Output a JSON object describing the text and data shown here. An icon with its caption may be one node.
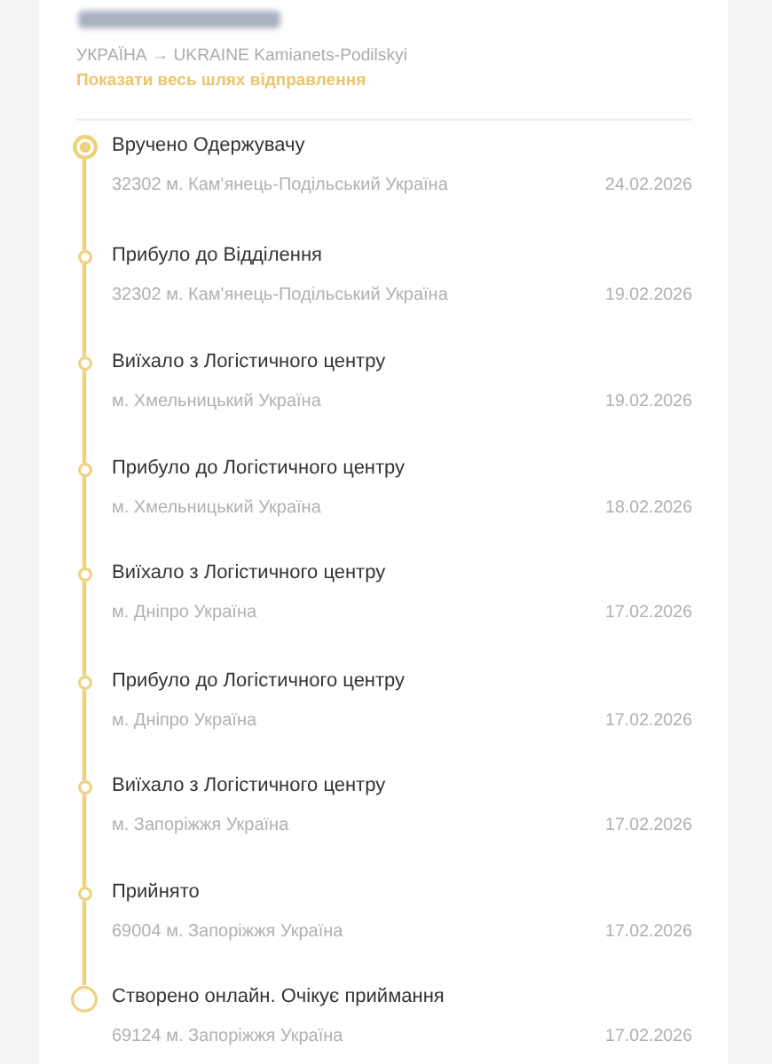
{
  "diagram": {
    "nodes": [
      {
        "text": [],
        "shape": "circle",
        "beside": [
          "Вручено Одержувачу",
          "32302 м. Кам'янець-Подільський Україна"
        ]
      },
      {
        "text": [],
        "shape": "circle",
        "beside": [
          "Прибуло до Відділення",
          "32302 м. Кам'янець-Подільський Україна"
        ]
      },
      {
        "text": [],
        "shape": "circle",
        "beside": [
          "Виїхало з Логістичного центру",
          "м. Хмельницький Україна"
        ]
      },
      {
        "text": [],
        "shape": "circle",
        "beside": [
          "Прибуло до Логістичного центру",
          "м. Хмельницький Україна"
        ]
      },
      {
        "text": [],
        "shape": "circle",
        "beside": [
          "Виїхало з Логістичного центру",
          "м. Дніпро Україна"
        ]
      },
      {
        "text": [],
        "shape": "circle",
        "beside": [
          "Прибуло до Логістичного центру",
          "м. Дніпро Україна"
        ]
      },
      {
        "text": [],
        "shape": "circle",
        "beside": [
          "Виїхало з Логістичного центру",
          "м. Запоріжжя Україна"
        ]
      },
      {
        "text": [],
        "shape": "circle",
        "beside": [
          "Прийнято",
          "69004 м. Запоріжжя Україна"
        ]
      },
      {
        "text": [],
        "shape": "circle",
        "beside": [
          "Створено онлайн. Очікує приймання",
          "69124 м. Запоріжжя Україна"
        ]
      }
    ],
    "edges": [
      {
        "from": 0,
        "to": 1,
        "arrow": "none"
      },
      {
        "from": 1,
        "to": 2,
        "arrow": "none"
      },
      {
        "from": 2,
        "to": 3,
        "arrow": "none"
      },
      {
        "from": 3,
        "to": 4,
        "arrow": "none"
      },
      {
        "from": 4,
        "to": 5,
        "arrow": "none"
      },
      {
        "from": 5,
        "to": 6,
        "arrow": "none"
      },
      {
        "from": 6,
        "to": 7,
        "arrow": "none"
      },
      {
        "from": 7,
        "to": 8,
        "arrow": "none"
      }
    ],
    "labels": [
      "УКРАЇНА → UKRAINE Kamianets-Podilskyi",
      "Показати весь шлях відправлення",
      "24.02.2026",
      "19.02.2026",
      "19.02.2026",
      "18.02.2026",
      "17.02.2026",
      "17.02.2026",
      "17.02.2026",
      "17.02.2026",
      "17.02.2026"
    ]
  }
}
